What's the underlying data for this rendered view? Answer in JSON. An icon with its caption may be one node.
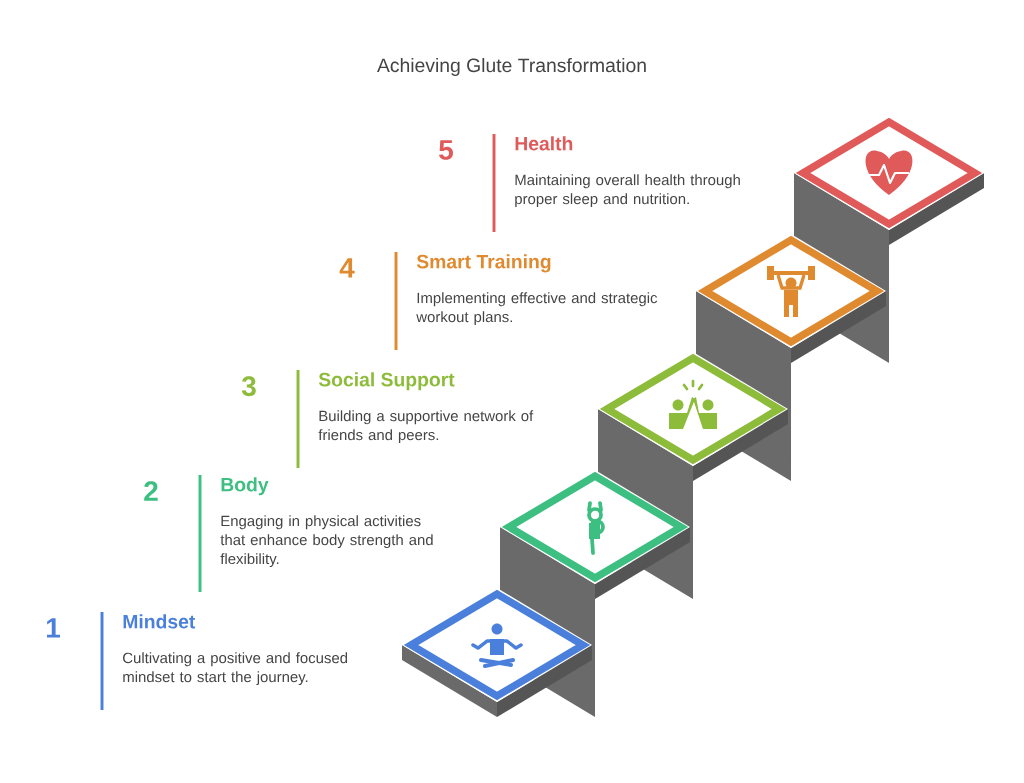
{
  "diagram": {
    "title": "Achieving Glute Transformation",
    "nodes": [
      {
        "text": [
          "5",
          "Health",
          "Maintaining overall health through proper sleep and nutrition."
        ]
      },
      {
        "text": [
          "4",
          "Smart Training",
          "Implementing effective and strategic workout plans."
        ]
      },
      {
        "text": [
          "3",
          "Social Support",
          "Building a supportive network of friends and peers."
        ]
      },
      {
        "text": [
          "2",
          "Body",
          "Engaging in physical activities that enhance body strength and flexibility."
        ]
      },
      {
        "text": [
          "1",
          "Mindset",
          "Cultivating a positive and focused mindset to start the journey."
        ]
      }
    ]
  }
}
